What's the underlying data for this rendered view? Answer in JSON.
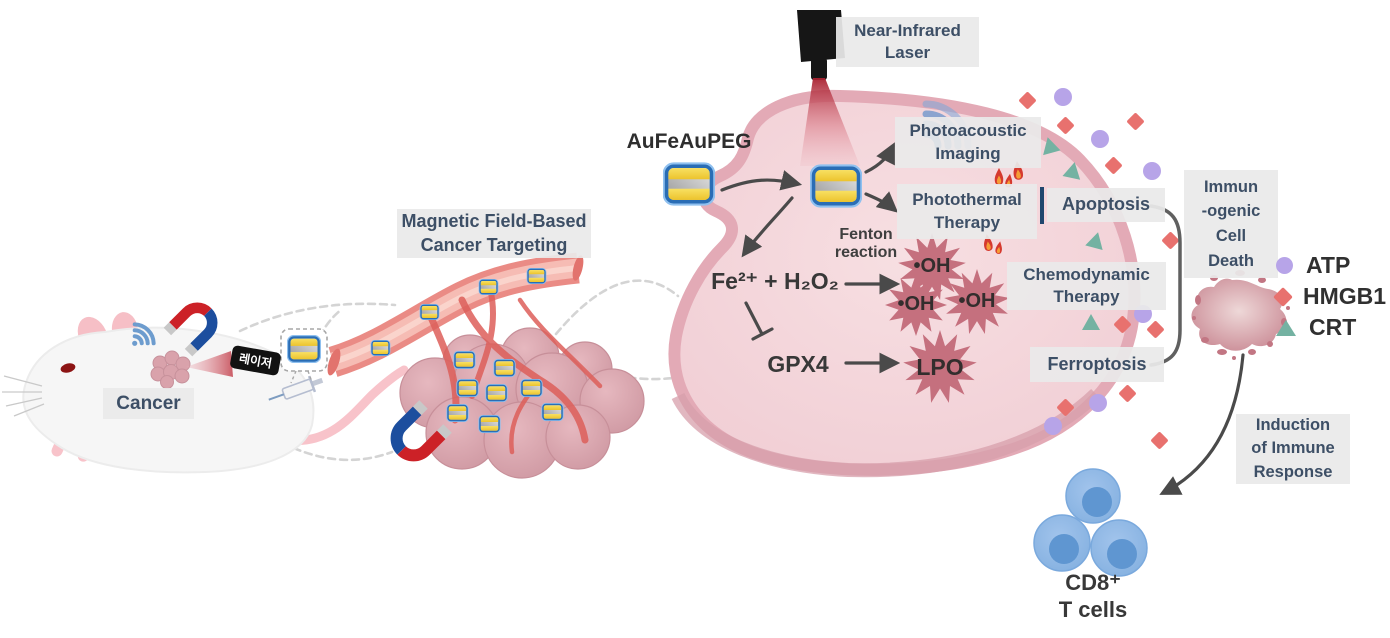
{
  "colors": {
    "label_bg": "#e9e9e9",
    "label_text": "#3d4f66",
    "dark_text": "#383838",
    "atp_purple": "#b7a4e8",
    "hmgb1_red": "#e8716e",
    "crt_teal": "#74b2a2",
    "cell_pink": "#f3d4d9",
    "membrane_pink": "#e3aab6",
    "starburst_mauve": "#c5707e",
    "tcell_blue": "#8fb9e7",
    "np_border_blue": "#2a6db5",
    "np_gold": "#f2cf43",
    "magnet_red": "#cc2127",
    "magnet_blue": "#1c4e9e"
  },
  "mouse_scene": {
    "cancer_label": "Cancer",
    "laser_device_label": "레이저"
  },
  "targeting_scene": {
    "label": [
      "Magnetic Field-Based",
      "Cancer Targeting"
    ]
  },
  "cell_scene": {
    "nir_laser": [
      "Near-Infrared",
      "Laser"
    ],
    "nanoparticle": "AuFeAuPEG",
    "photoacoustic": [
      "Photoacoustic",
      "Imaging"
    ],
    "photothermal": [
      "Photothermal",
      "Therapy"
    ],
    "apoptosis": "Apoptosis",
    "fenton": [
      "Fenton",
      "reaction"
    ],
    "fe_h2o2": "Fe²⁺ + H₂O₂",
    "oh": "•OH",
    "chemodynamic": [
      "Chemodynamic",
      "Therapy"
    ],
    "gpx4": "GPX4",
    "lpo": "LPO",
    "ferroptosis": "Ferroptosis"
  },
  "icd_scene": {
    "label": [
      "Immun",
      "-ogenic",
      "Cell",
      "Death"
    ],
    "legend": [
      {
        "label": "ATP",
        "marker": "circle",
        "color": "#b7a4e8"
      },
      {
        "label": "HMGB1",
        "marker": "diamond",
        "color": "#e8716e"
      },
      {
        "label": "CRT",
        "marker": "triangle",
        "color": "#74b2a2"
      }
    ]
  },
  "immune_scene": {
    "induction": [
      "Induction",
      "of Immune",
      "Response"
    ],
    "tcells": [
      "CD8⁺",
      "T cells"
    ]
  }
}
